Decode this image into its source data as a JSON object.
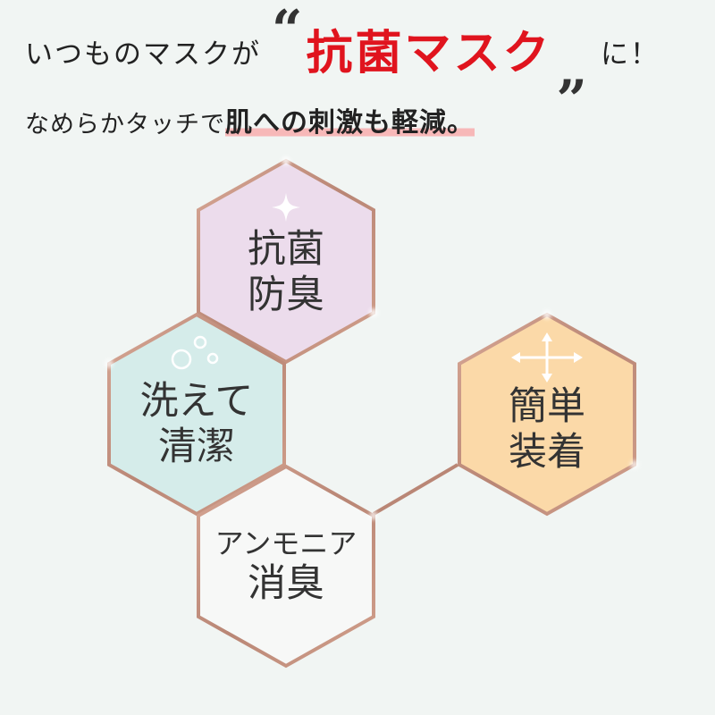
{
  "headline": {
    "line1_prefix": "いつものマスクが",
    "quote_open": "“",
    "highlight": "抗菌マスク",
    "quote_close": "„",
    "line1_suffix": "に！",
    "line2_prefix": "なめらかタッチで",
    "line2_emphasis": "肌への刺激も軽減。"
  },
  "features": [
    {
      "line1": "抗菌",
      "line2": "防臭",
      "fill": "#ecdcec",
      "icon": "sparkle-icon"
    },
    {
      "line1": "洗えて",
      "line2": "清潔",
      "fill": "#d5ecea",
      "icon": "bubbles-icon"
    },
    {
      "line1": "アンモニア",
      "line2": "消臭",
      "fill": "#f7f8f7",
      "icon": ""
    },
    {
      "line1": "簡単",
      "line2": "装着",
      "fill": "#fbd9a8",
      "icon": "four-way-arrow-icon"
    }
  ],
  "colors": {
    "accent_red": "#e0141e",
    "hex_border": "#c39180",
    "underline": "#f7b8b8"
  }
}
